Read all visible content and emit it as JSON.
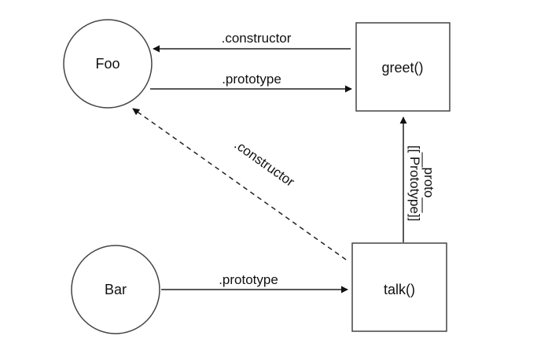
{
  "diagram": {
    "nodes": [
      {
        "id": "foo",
        "shape": "circle",
        "label": "Foo"
      },
      {
        "id": "bar",
        "shape": "circle",
        "label": "Bar"
      },
      {
        "id": "greet",
        "shape": "rect",
        "label": "greet()"
      },
      {
        "id": "talk",
        "shape": "rect",
        "label": "talk()"
      }
    ],
    "edges": [
      {
        "id": "greet-to-foo-constructor",
        "from": "greet",
        "to": "foo",
        "label": ".constructor",
        "style": "solid"
      },
      {
        "id": "foo-to-greet-prototype",
        "from": "foo",
        "to": "greet",
        "label": ".prototype",
        "style": "solid"
      },
      {
        "id": "talk-to-foo-constructor",
        "from": "talk",
        "to": "foo",
        "label": ".constructor",
        "style": "dashed"
      },
      {
        "id": "talk-to-greet-proto",
        "from": "talk",
        "to": "greet",
        "label": "__proto__",
        "label2": "[[ Prototype]]",
        "style": "solid"
      },
      {
        "id": "bar-to-talk-prototype",
        "from": "bar",
        "to": "talk",
        "label": ".prototype",
        "style": "solid"
      }
    ]
  }
}
